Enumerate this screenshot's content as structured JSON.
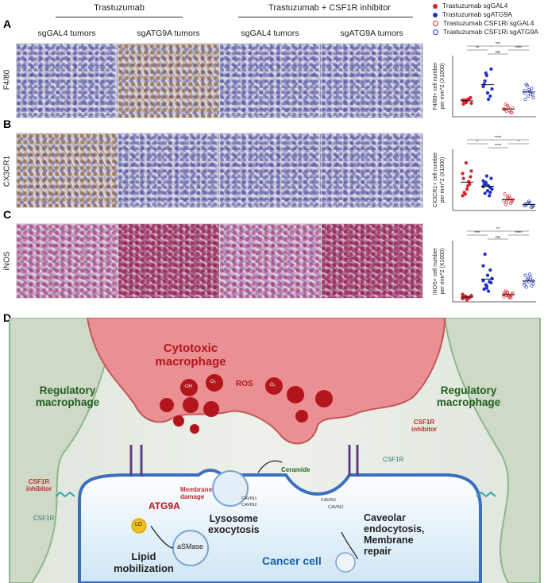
{
  "panels": {
    "a": "A",
    "b": "B",
    "c": "C",
    "d": "D"
  },
  "groups": {
    "left": "Trastuzumab",
    "right": "Trastuzumab + CSF1R inhibitor"
  },
  "columns": [
    "sgGAL4 tumors",
    "sgATG9A tumors",
    "sgGAL4 tumors",
    "sgATG9A tumors"
  ],
  "rows": [
    "F4/80",
    "CX3CR1",
    "iNOS"
  ],
  "legend": [
    {
      "label": "Trastuzumab sgGAL4",
      "color": "#e0202a",
      "filled": true
    },
    {
      "label": "Trastuzumab sgATG9A",
      "color": "#2233cc",
      "filled": true
    },
    {
      "label": "Trastuzumab CSF1Ri sgGAL4",
      "color": "#e0202a",
      "filled": false
    },
    {
      "label": "Trastuzumab CSF1Ri sgATG9A",
      "color": "#2233cc",
      "filled": false
    }
  ],
  "plots": [
    {
      "ylabel": "F4/80+ cell number\nper mm^2 (X1000)",
      "sig": [
        "***",
        "**",
        "ns",
        "****"
      ]
    },
    {
      "ylabel": "CX3CR1+ cell number\nper mm^2 (X1000)",
      "sig": [
        "****",
        "*",
        "****",
        "*"
      ]
    },
    {
      "ylabel": "iNOS+ cell number\nper mm^2 (X1000)",
      "sig": [
        "**",
        "***",
        "ns",
        "****"
      ]
    }
  ],
  "chart_data": [
    {
      "type": "scatter",
      "series": [
        {
          "values": [
            2.1,
            1.8,
            2.3,
            1.6,
            2.0,
            2.4,
            1.9,
            2.2,
            1.7,
            2.1
          ]
        },
        {
          "values": [
            3.8,
            5.2,
            2.6,
            4.1,
            3.0,
            6.0,
            4.5,
            2.2,
            3.5,
            5.5
          ]
        },
        {
          "values": [
            1.0,
            1.4,
            0.6,
            0.9,
            1.2,
            0.5,
            1.6,
            0.8,
            1.1,
            0.7
          ]
        },
        {
          "values": [
            3.0,
            2.6,
            3.6,
            2.2,
            3.4,
            2.8,
            4.1,
            3.2,
            2.4,
            3.9,
            2.9,
            3.3
          ]
        }
      ]
    },
    {
      "type": "scatter",
      "series": [
        {
          "values": [
            4.5,
            5.8,
            3.2,
            3.9,
            2.6,
            4.1,
            2.2,
            3.0,
            4.8,
            2.0,
            3.5,
            1.8
          ]
        },
        {
          "values": [
            3.6,
            4.2,
            2.8,
            3.2,
            2.4,
            3.9,
            2.1,
            3.0,
            2.6,
            3.4,
            1.8,
            2.9,
            3.1,
            2.2
          ]
        },
        {
          "values": [
            1.2,
            1.6,
            0.9,
            2.0,
            1.4,
            1.1,
            0.7,
            1.8,
            1.3,
            1.0,
            1.5
          ]
        },
        {
          "values": [
            0.6,
            0.9,
            0.4,
            0.8,
            1.1,
            0.5,
            0.7,
            0.9,
            0.6
          ]
        }
      ]
    },
    {
      "type": "scatter",
      "series": [
        {
          "values": [
            0.3,
            0.5,
            0.4,
            0.6,
            0.2,
            0.5,
            0.4,
            0.3,
            0.6,
            0.5,
            0.4,
            0.7
          ]
        },
        {
          "values": [
            2.0,
            1.5,
            3.0,
            1.2,
            2.5,
            1.8,
            4.5,
            1.0,
            2.2,
            1.6,
            1.9,
            3.4,
            1.3
          ]
        },
        {
          "values": [
            0.5,
            0.8,
            0.4,
            0.9,
            0.6,
            0.7,
            1.0,
            0.5,
            0.8,
            0.6,
            0.4,
            0.7,
            0.9
          ]
        },
        {
          "values": [
            1.8,
            2.2,
            1.5,
            2.5,
            1.9,
            2.0,
            1.4,
            2.6,
            1.7,
            2.1,
            2.3,
            1.6
          ]
        }
      ]
    }
  ],
  "diagram": {
    "cytotoxic": "Cytotoxic\nmacrophage",
    "ros": "ROS",
    "reg_left": "Regulatory\nmacrophage",
    "reg_right": "Regulatory\nmacrophage",
    "csf1r_inhibitor": "CSF1R\ninhibitor",
    "csf1r": "CSF1R",
    "membrane_damage": "Membrane\ndamage",
    "ceramide": "Ceramide",
    "atg9a": "ATG9A",
    "lysosome": "Lysosome\nexocytosis",
    "caveolar": "Caveolar\nendocytosis,\nMembrane\nrepair",
    "lipid": "Lipid\nmobilization",
    "asmase": "aSMase",
    "ld": "LD",
    "cancer": "Cancer cell",
    "cavin1": "CAVIN1",
    "cavin2": "CAVIN2",
    "oh": "·OH",
    "o2": "·O₂"
  },
  "colors": {
    "red": "#e0202a",
    "blue": "#2233cc",
    "macro": "#e9888c",
    "macro_text": "#b3151d",
    "reg_text": "#1f5f1f",
    "cell_text": "#1b5fa8"
  }
}
